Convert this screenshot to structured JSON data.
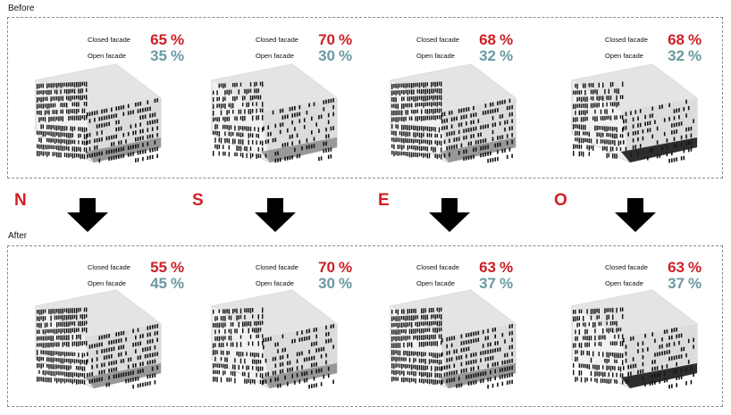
{
  "sections": {
    "before": "Before",
    "after": "After"
  },
  "stat_labels": {
    "closed": "Closed facade",
    "open": "Open facade"
  },
  "pct_symbol": "%",
  "colors": {
    "closed": "#cc1f25",
    "open": "#6a9aa2",
    "direction": "#d21f26",
    "arrow": "#000000"
  },
  "directions": [
    "N",
    "S",
    "E",
    "O"
  ],
  "before": [
    {
      "closed": "65",
      "open": "35"
    },
    {
      "closed": "70",
      "open": "30"
    },
    {
      "closed": "68",
      "open": "32"
    },
    {
      "closed": "68",
      "open": "32"
    }
  ],
  "after": [
    {
      "closed": "55",
      "open": "45"
    },
    {
      "closed": "70",
      "open": "30"
    },
    {
      "closed": "63",
      "open": "37"
    },
    {
      "closed": "63",
      "open": "37"
    }
  ],
  "icons": {
    "arrow": "down-arrow-icon",
    "building": "building-facade-icon"
  }
}
